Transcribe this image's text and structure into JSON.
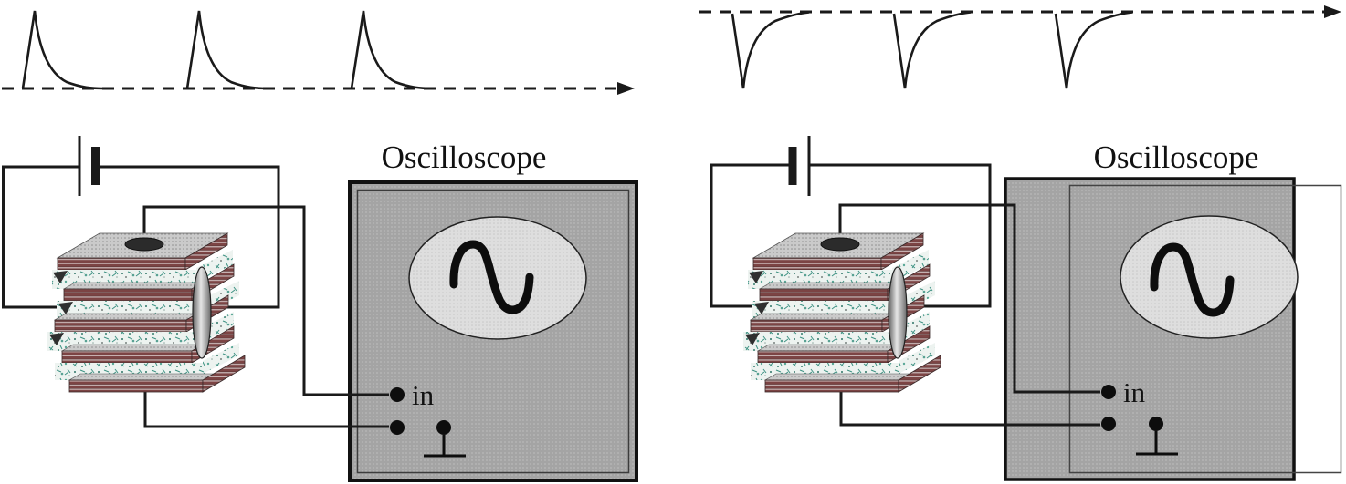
{
  "figure": {
    "description": "Two-panel schematic: a battery drives a layered thin-film stack device wired to an oscilloscope; pulse trains shown above each circuit",
    "panels": [
      {
        "id": "left",
        "waveform": {
          "polarity": "positive",
          "pulse_count": 3,
          "shape": "sharp rise then exponential decay above dashed time axis with arrow"
        },
        "oscilloscope": {
          "label": "Oscilloscope",
          "input_label": "in"
        },
        "battery_orientation": "long-plate-left"
      },
      {
        "id": "right",
        "waveform": {
          "polarity": "negative",
          "pulse_count": 3,
          "shape": "sharp drop then exponential recovery below dashed time axis with arrow"
        },
        "oscilloscope": {
          "label": "Oscilloscope",
          "input_label": "in"
        },
        "battery_orientation": "long-plate-right"
      }
    ],
    "colors": {
      "wire": "#1a1a1a",
      "waveform": "#1a1a1a",
      "scope_body": "#a4a4a4",
      "scope_screen": "#dedede",
      "plate_top": "#cacaca",
      "plate_stripe": "#7c4444",
      "dielectric_speckle": "#3e9283",
      "background": "#ffffff"
    }
  }
}
